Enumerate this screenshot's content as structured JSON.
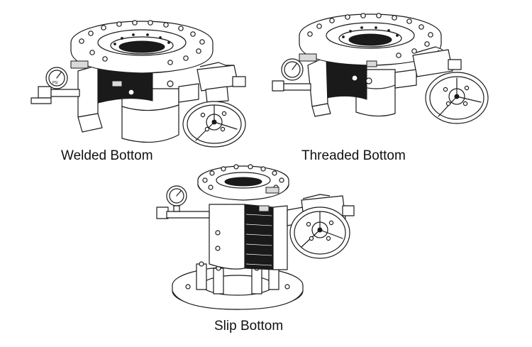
{
  "figures": [
    {
      "id": "welded",
      "caption": "Welded Bottom"
    },
    {
      "id": "threaded",
      "caption": "Threaded Bottom"
    },
    {
      "id": "slip",
      "caption": "Slip Bottom"
    }
  ],
  "gauge_label": "PSI",
  "colors": {
    "line": "#1a1a1a",
    "background": "#ffffff",
    "shade": "#d9d9d9"
  }
}
